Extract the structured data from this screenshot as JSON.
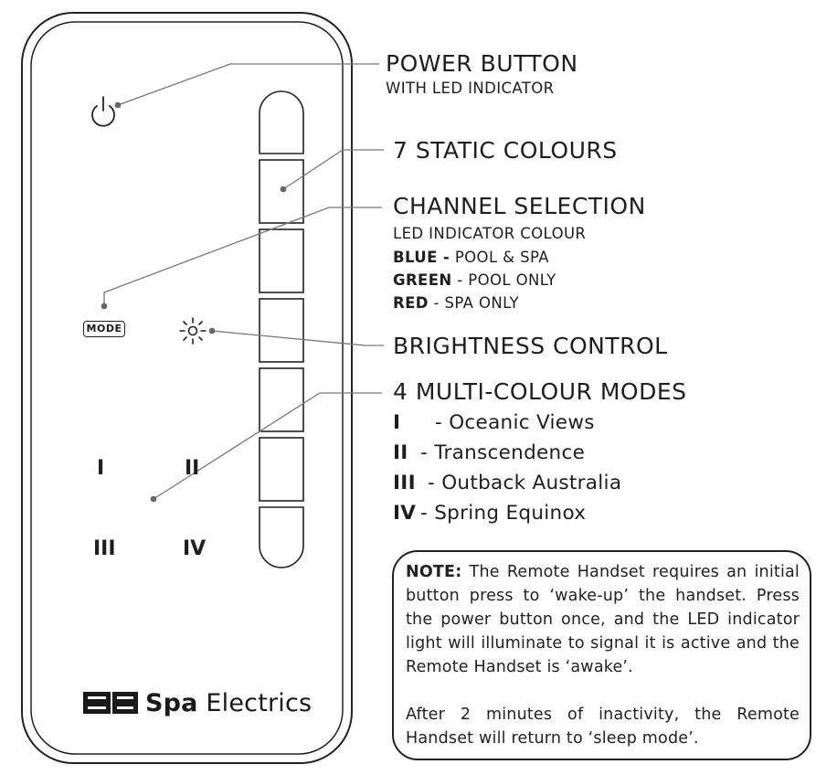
{
  "callouts": {
    "power": {
      "title": "POWER BUTTON",
      "subtitle": "WITH LED INDICATOR"
    },
    "static": {
      "title": "7 STATIC COLOURS"
    },
    "channel": {
      "title": "CHANNEL SELECTION",
      "subtitle": "LED INDICATOR COLOUR",
      "items": [
        {
          "color": "BLUE -",
          "desc": " POOL & SPA"
        },
        {
          "color": "GREEN",
          "desc": " - POOL ONLY"
        },
        {
          "color": "RED",
          "desc": " - SPA ONLY"
        }
      ]
    },
    "brightness": {
      "title": "BRIGHTNESS CONTROL"
    },
    "modes": {
      "title": "4 MULTI-COLOUR MODES",
      "items": [
        {
          "numeral": "I",
          "name": "- Oceanic Views"
        },
        {
          "numeral": "II",
          "name": "- Transcendence"
        },
        {
          "numeral": "III",
          "name": "- Outback Australia"
        },
        {
          "numeral": "IV",
          "name": "- Spring Equinox"
        }
      ]
    }
  },
  "remote": {
    "mode_label": "MODE",
    "buttons": {
      "b1": "I",
      "b2": "II",
      "b3": "III",
      "b4": "IV"
    },
    "brand": {
      "logo_text": "SE",
      "bold": "Spa",
      "rest": " Electrics"
    },
    "icons": [
      "power-icon",
      "brightness-icon"
    ]
  },
  "note": {
    "label": "NOTE:",
    "text": "  The Remote Handset requires an initial button press to ‘wake-up’ the handset. Press the power button once, and the LED indicator light will illuminate to signal it is active and the Remote Handset is ‘awake’.",
    "text2": "After 2 minutes of inactivity, the Remote Handset will return to ‘sleep mode’."
  }
}
